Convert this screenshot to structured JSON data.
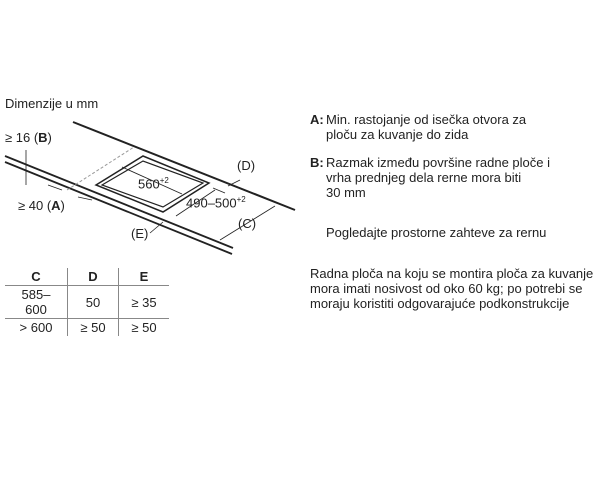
{
  "diagram": {
    "title": "Dimenzije u mm",
    "label_b": "≥ 16 (",
    "label_b_letter": "B",
    "label_a": "≥ 40 (",
    "label_a_letter": "A",
    "close": ")",
    "width_dim": "560",
    "width_tol": "+2",
    "depth_dim": "490–500",
    "depth_tol": "+2",
    "label_d": "(D)",
    "label_c": "(C)",
    "label_e": "(E)"
  },
  "table": {
    "headers": [
      "C",
      "D",
      "E"
    ],
    "rows": [
      [
        "585–600",
        "50",
        "≥ 35"
      ],
      [
        "> 600",
        "≥ 50",
        "≥ 50"
      ]
    ]
  },
  "notes": {
    "a_key": "A:",
    "a_text_1": "Min. rastojanje od isečka otvora za",
    "a_text_2": "ploču za kuvanje do zida",
    "b_key": "B:",
    "b_text_1": "Razmak između površine radne ploče i",
    "b_text_2": "vrha prednjeg dela rerne mora biti",
    "b_text_3": "30 mm",
    "oven_note": "Pogledajte prostorne zahteve za rernu",
    "load_note": "Radna ploča na koju se montira ploča za kuvanje mora imati nosivost od oko 60 kg; po potrebi se moraju koristiti odgovarajuće podkonstrukcije"
  }
}
